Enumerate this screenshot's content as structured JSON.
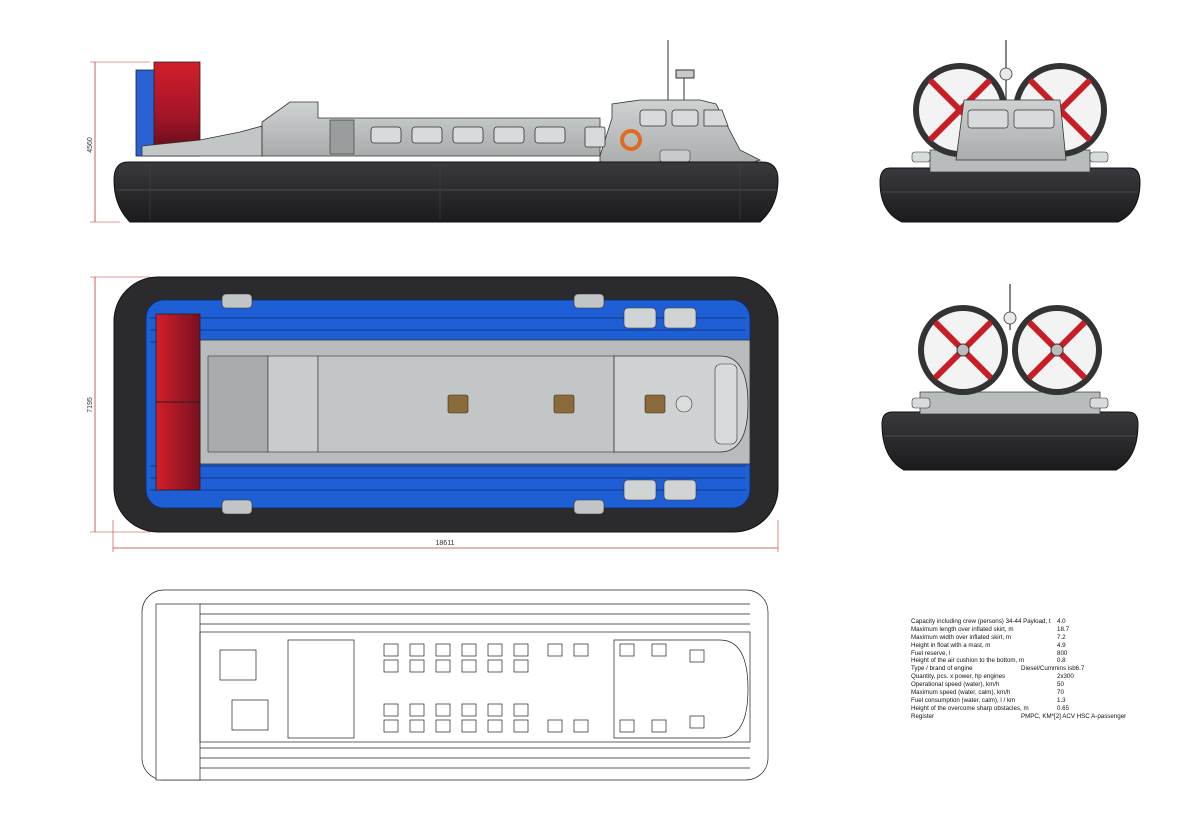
{
  "dimensions": {
    "side_height": "4560",
    "plan_width": "7195",
    "plan_length": "18611"
  },
  "specs": [
    {
      "label": "Capacity including crew (persons) 34-44  Payload, t",
      "value": "4.0"
    },
    {
      "label": "Maximum length over inflated skirt, m",
      "value": "18.7"
    },
    {
      "label": "Maximum width over inflated skirt, m",
      "value": "7.2"
    },
    {
      "label": "Height in float with a mast, m",
      "value": "4.9"
    },
    {
      "label": "Fuel reserve, l",
      "value": "800"
    },
    {
      "label": "Height of the air cushion to the bottom, m",
      "value": "0.8"
    },
    {
      "label": "Type / brand of engine",
      "value": "Diesel/Cummins isb6.7"
    },
    {
      "label": "Quantity, pcs. x power, hp engines",
      "value": "2x300"
    },
    {
      "label": "Operational speed (water), km/h",
      "value": "50"
    },
    {
      "label": "Maximum speed (water, calm), km/h",
      "value": "70"
    },
    {
      "label": "Fuel consumption (water, calm), l / km",
      "value": "1.3"
    },
    {
      "label": "Height of the overcome sharp obstacles, m",
      "value": "0.65"
    },
    {
      "label": "Register",
      "value": "PMPC, KM*[2] ACV HSC A-passenger"
    }
  ],
  "colors": {
    "skirt": "#2b2b2e",
    "hull_grey": "#b9bcbc",
    "deck_blue": "#1e5fd6",
    "fan_red": "#c81d25",
    "fan_dark": "#6e0f1c",
    "dim_red": "#c0392b",
    "cargo_brown": "#8a6a3a"
  }
}
